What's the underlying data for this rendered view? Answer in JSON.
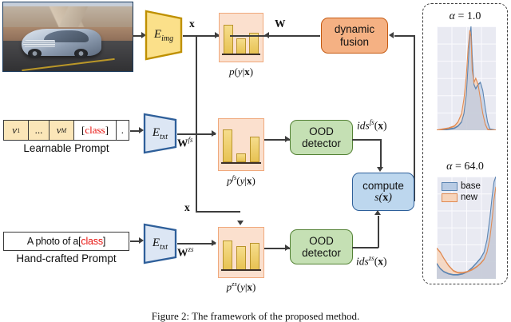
{
  "figure": {
    "caption": "Figure 2: The framework of the proposed method.",
    "image_alt": "car-photo"
  },
  "encoders": {
    "image": {
      "name": "E",
      "sub": "img",
      "color": "#fbe08a",
      "stroke": "#bf9000"
    },
    "text_fs": {
      "name": "E",
      "sub": "txt",
      "color": "#dce6f4",
      "stroke": "#2e5f9a"
    },
    "text_zs": {
      "name": "E",
      "sub": "txt",
      "color": "#dce6f4",
      "stroke": "#2e5f9a"
    }
  },
  "prompts": {
    "learnable": {
      "tokens": [
        "v1",
        "...",
        "vM",
        "[class]",
        "."
      ],
      "token_display": [
        "v",
        "...",
        "v",
        "[class]",
        "."
      ],
      "subs": [
        "1",
        "",
        "M",
        "",
        ""
      ],
      "class_token": "class",
      "label": "Learnable Prompt"
    },
    "handcrafted": {
      "text_prefix": "A photo of a ",
      "class_token": "class",
      "label": "Hand-crafted Prompt"
    }
  },
  "signals": {
    "x": "x",
    "x_mid": "x",
    "W": "W",
    "W_fs": "W",
    "W_fs_sup": "fs",
    "W_zs": "W",
    "W_zs_sup": "zs",
    "ids_fs": "ids",
    "ids_fs_sup": "fs",
    "ids_zs": "ids",
    "ids_zs_sup": "zs",
    "ids_arg": "(x)"
  },
  "histograms": [
    {
      "name": "p-y-given-x",
      "label": "p(y|x)",
      "label_main": "p",
      "label_sup": "",
      "values": [
        0.92,
        0.46,
        0.66
      ],
      "accent": "#e7c253",
      "card_bg": "#fbe0ce"
    },
    {
      "name": "p-fs-y-given-x",
      "label": "p^{fs}(y|x)",
      "label_main": "p",
      "label_sup": "fs",
      "values": [
        0.95,
        0.24,
        0.74
      ],
      "accent": "#e7c253",
      "card_bg": "#fbe0ce"
    },
    {
      "name": "p-zs-y-given-x",
      "label": "p^{zs}(y|x)",
      "label_main": "p",
      "label_sup": "zs",
      "values": [
        0.88,
        0.7,
        0.8
      ],
      "accent": "#e7c253",
      "card_bg": "#fbe0ce"
    }
  ],
  "blocks": {
    "dynamic_fusion": {
      "line1": "dynamic",
      "line2": "fusion",
      "color": "#f5b183"
    },
    "ood_detector_fs": {
      "line1": "OOD",
      "line2": "detector",
      "color": "#c5e0b4"
    },
    "ood_detector_zs": {
      "line1": "OOD",
      "line2": "detector",
      "color": "#c5e0b4"
    },
    "compute_score": {
      "line1": "compute",
      "line2": "s(x)",
      "color": "#bdd7ee"
    }
  },
  "chart_data": [
    {
      "name": "alpha-1",
      "type": "area",
      "title": "α = 1.0",
      "title_symbol": "α",
      "title_value": "1.0",
      "xlabel": "",
      "ylabel": "",
      "grid": true,
      "legend": null,
      "x": [
        0.0,
        0.1,
        0.2,
        0.3,
        0.36,
        0.42,
        0.46,
        0.5,
        0.53,
        0.56,
        0.58,
        0.6,
        0.63,
        0.66,
        0.7,
        0.74,
        0.78,
        0.82,
        0.86,
        0.9,
        1.0
      ],
      "series": [
        {
          "name": "base",
          "color": "#5b84b1",
          "fill": "#b8cbe4",
          "values": [
            0.0,
            0.0,
            0.01,
            0.02,
            0.04,
            0.08,
            0.16,
            0.34,
            0.62,
            0.92,
            1.0,
            0.72,
            0.44,
            0.4,
            0.44,
            0.46,
            0.38,
            0.22,
            0.08,
            0.01,
            0.0
          ]
        },
        {
          "name": "new",
          "color": "#e08a52",
          "fill": "#f7d4bb",
          "values": [
            0.0,
            0.01,
            0.02,
            0.04,
            0.08,
            0.16,
            0.3,
            0.52,
            0.78,
            0.96,
            0.9,
            0.58,
            0.46,
            0.5,
            0.44,
            0.3,
            0.16,
            0.06,
            0.01,
            0.0,
            0.0
          ]
        }
      ]
    },
    {
      "name": "alpha-64",
      "type": "area",
      "title": "α = 64.0",
      "title_symbol": "α",
      "title_value": "64.0",
      "xlabel": "",
      "ylabel": "",
      "grid": true,
      "legend": {
        "position": "top-left",
        "entries": [
          "base",
          "new"
        ]
      },
      "x": [
        0.0,
        0.06,
        0.12,
        0.2,
        0.28,
        0.36,
        0.44,
        0.52,
        0.6,
        0.68,
        0.74,
        0.8,
        0.85,
        0.9,
        0.94,
        0.97,
        1.0
      ],
      "series": [
        {
          "name": "base",
          "color": "#5b84b1",
          "fill": "#b8cbe4",
          "values": [
            0.15,
            0.1,
            0.07,
            0.05,
            0.04,
            0.04,
            0.05,
            0.07,
            0.11,
            0.16,
            0.2,
            0.26,
            0.38,
            0.6,
            0.82,
            0.95,
            1.0
          ]
        },
        {
          "name": "new",
          "color": "#e08a52",
          "fill": "#f7d4bb",
          "values": [
            0.3,
            0.26,
            0.2,
            0.13,
            0.08,
            0.06,
            0.06,
            0.07,
            0.09,
            0.12,
            0.15,
            0.19,
            0.26,
            0.4,
            0.6,
            0.78,
            0.9
          ]
        }
      ]
    }
  ]
}
